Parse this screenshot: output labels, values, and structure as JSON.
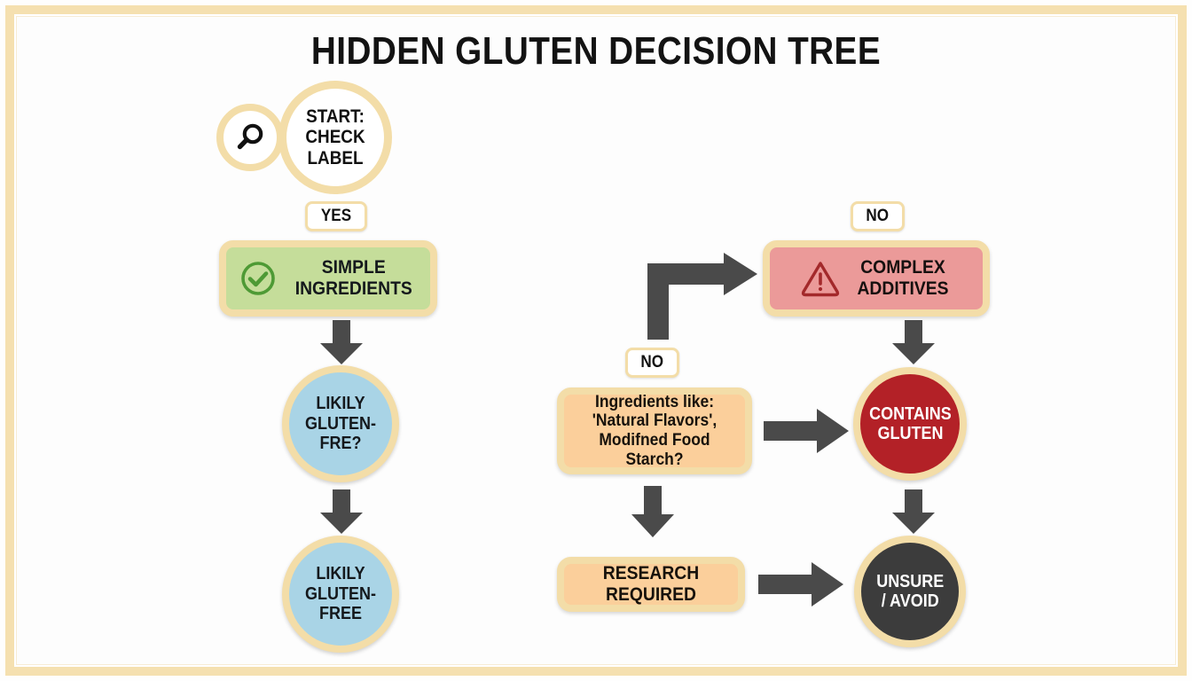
{
  "page": {
    "title": "HIDDEN GLUTEN DECISION TREE",
    "frame_color": "#f5e0b0",
    "background": "#fdfdfd"
  },
  "theme": {
    "node_border": "#f3dda8",
    "arrow_color": "#4a4a4a",
    "green_fill": "#c5dd9a",
    "blue_fill": "#a9d4e6",
    "red_fill": "#eb9a99",
    "dark_red_fill": "#b32127",
    "orange_fill": "#fbcf9b",
    "dark_fill": "#3c3c3c"
  },
  "nodes": {
    "start": {
      "icon": "magnifier-icon",
      "line1": "START:",
      "line2": "CHECK LABEL",
      "shape": "circle",
      "fill": "#ffffff"
    },
    "simple_ingredients": {
      "icon": "check-circle-icon",
      "line1": "SIMPLE",
      "line2": "INGREDIENTS",
      "shape": "box",
      "fill": "#c5dd9a"
    },
    "likely_gluten_free_question": {
      "line1": "LIKILY",
      "line2": "GLUTEN-FRE?",
      "shape": "circle",
      "fill": "#a9d4e6"
    },
    "likely_gluten_free_result": {
      "line1": "LIKILY",
      "line2": "GLUTEN-FREE",
      "shape": "circle",
      "fill": "#a9d4e6"
    },
    "complex_additives": {
      "icon": "warning-triangle-icon",
      "line1": "COMPLEX",
      "line2": "ADDITIVES",
      "shape": "box",
      "fill": "#eb9a99"
    },
    "ingredients_question": {
      "line1": "Ingredients like:",
      "line2": "'Natural Flavors',",
      "line3": "Modifned Food Starch?",
      "shape": "box",
      "fill": "#fbcf9b"
    },
    "contains_gluten": {
      "line1": "CONTAINS",
      "line2": "GLUTEN",
      "shape": "circle",
      "fill": "#b32127"
    },
    "research_required": {
      "line1": "RESEARCH REQUIRED",
      "shape": "box",
      "fill": "#fbcf9b"
    },
    "unsure_avoid": {
      "line1": "UNSURE",
      "line2": "/ AVOID",
      "shape": "circle",
      "fill": "#3c3c3c"
    }
  },
  "edge_labels": {
    "yes_start": "YES",
    "no_start": "NO",
    "no_additives": "NO"
  }
}
